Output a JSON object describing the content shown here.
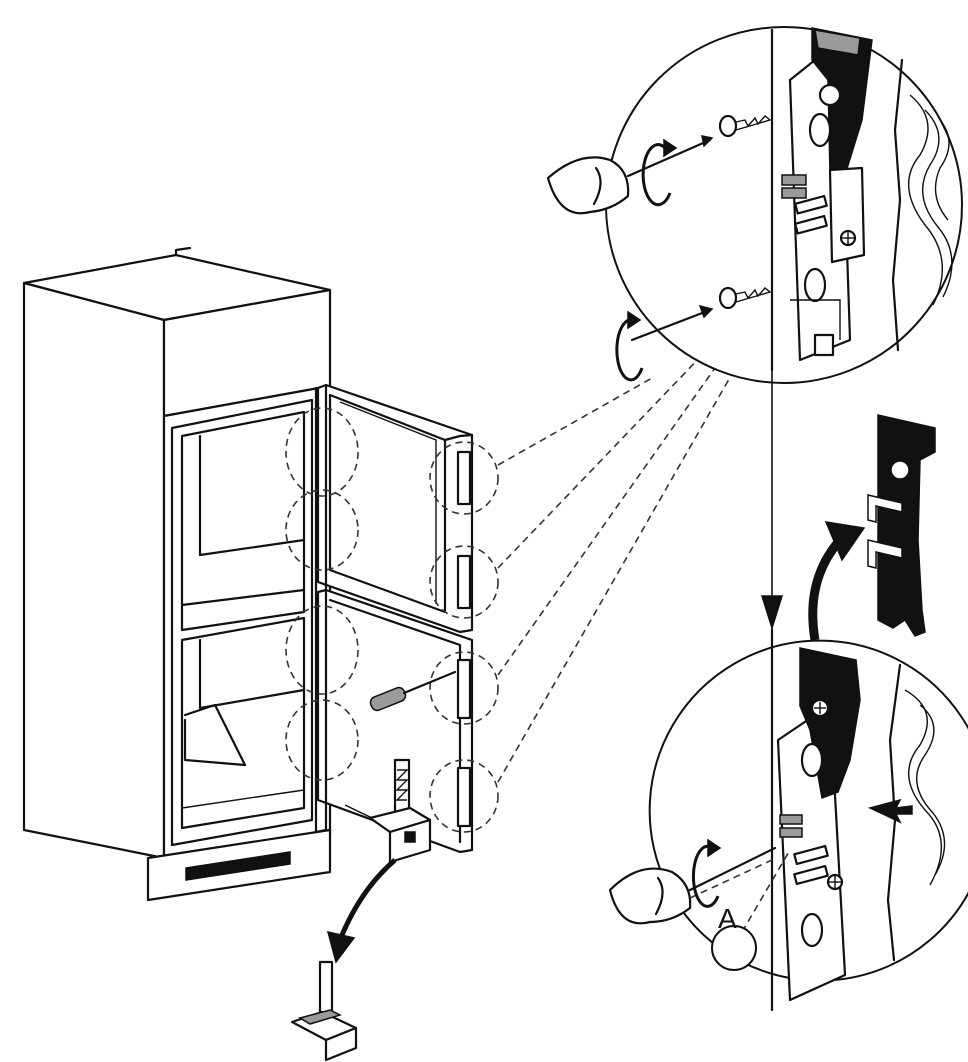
{
  "callouts": {
    "part_a": "A"
  },
  "colors": {
    "line": "#111111",
    "background": "#ffffff",
    "shade": "#9a9a9a"
  },
  "icons": [
    "refrigerator-cabinet",
    "screwdriver-icon",
    "rotation-arrow-icon",
    "hinge-bracket",
    "screw-icon",
    "removal-arrow-icon"
  ]
}
